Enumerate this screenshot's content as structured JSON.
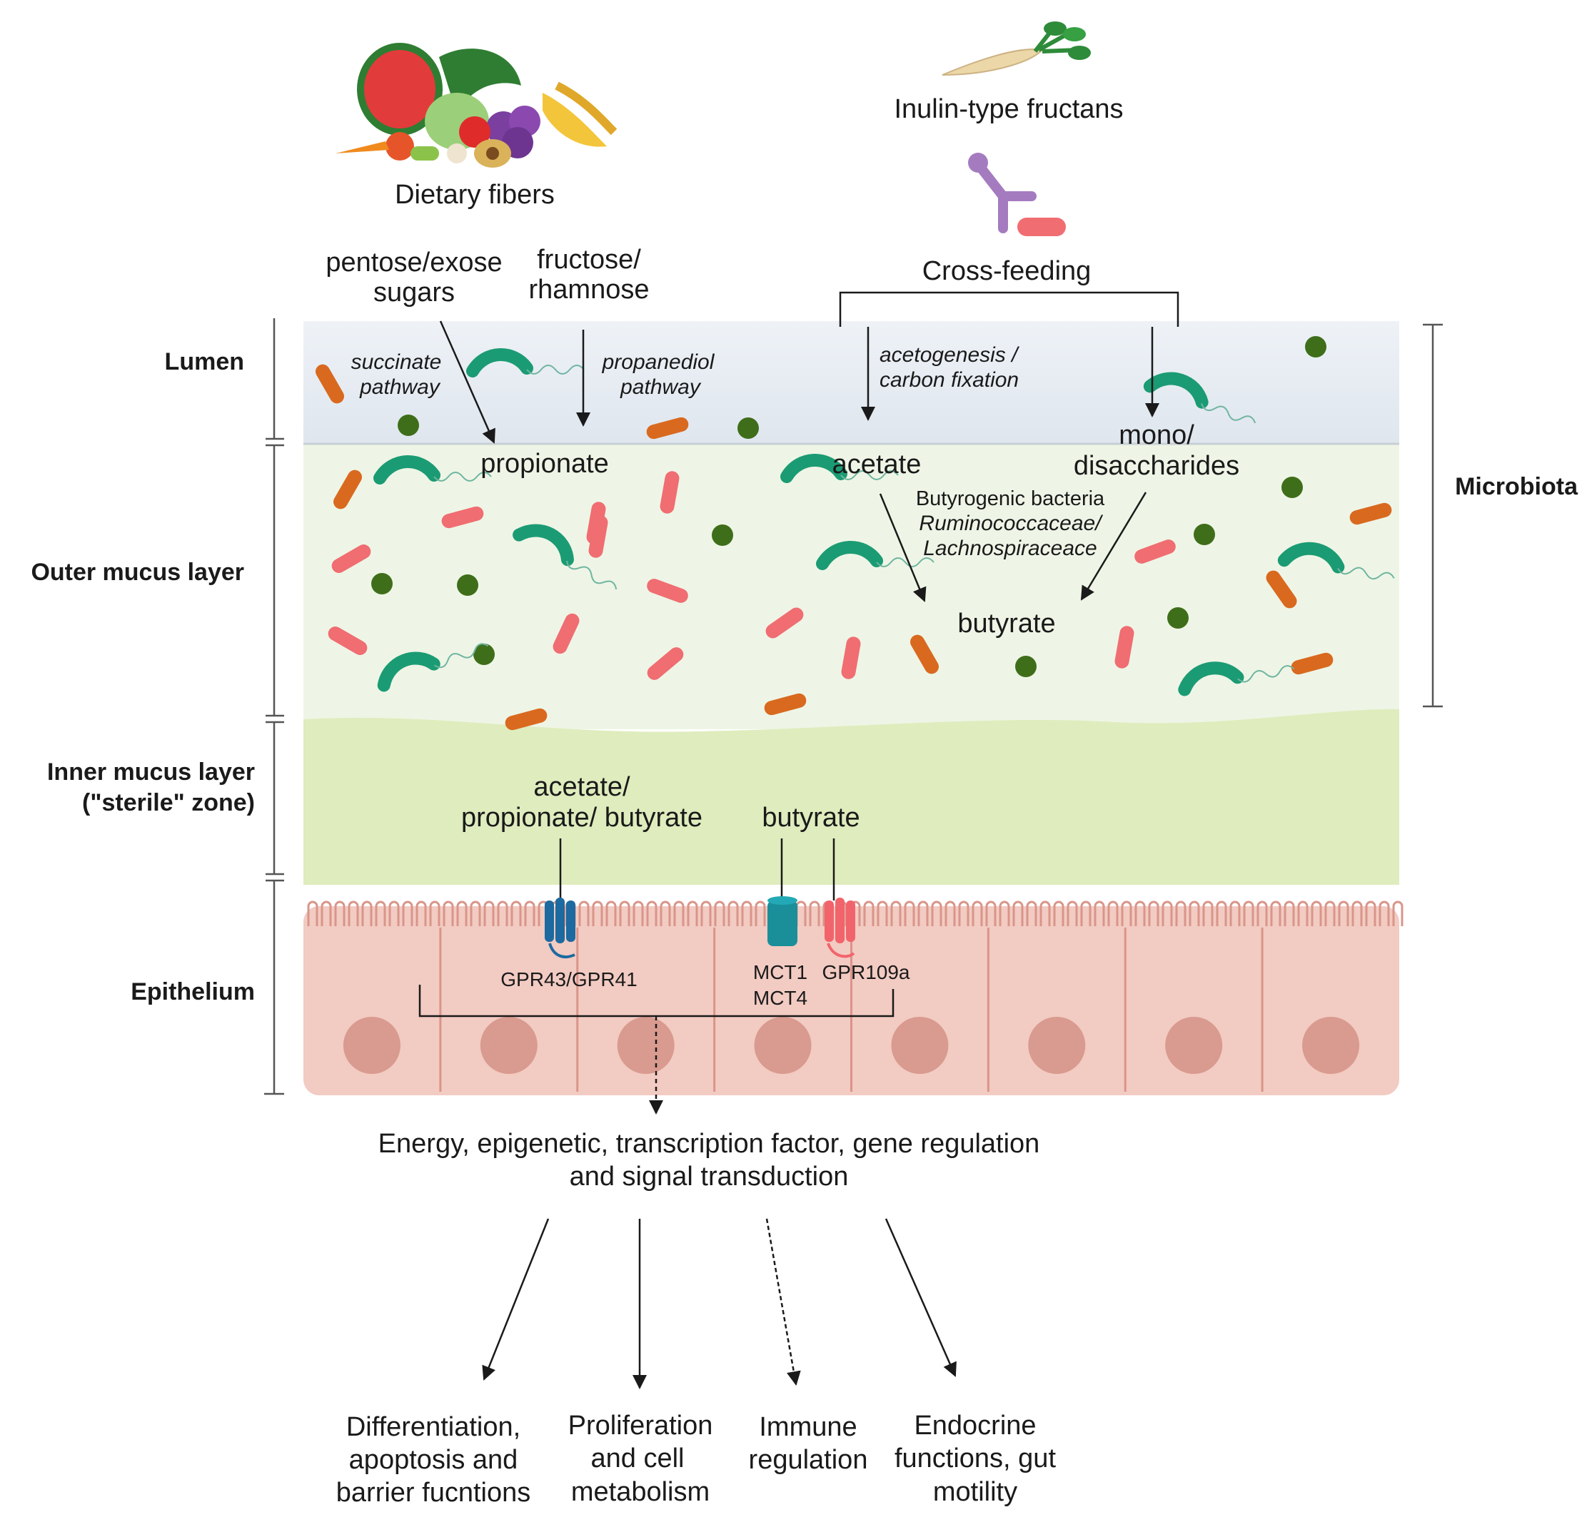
{
  "sources": {
    "dietary_fibers": "Dietary fibers",
    "inulin": "Inulin-type fructans",
    "cross_feeding": "Cross-feeding"
  },
  "sugars": {
    "pentose_line1": "pentose/exose",
    "pentose_line2": "sugars",
    "fructose_line1": "fructose/",
    "fructose_line2": "rhamnose"
  },
  "pathways": {
    "succinate_line1": "succinate",
    "succinate_line2": "pathway",
    "propanediol_line1": "propanediol",
    "propanediol_line2": "pathway",
    "acetogenesis_line1": "acetogenesis /",
    "acetogenesis_line2": "carbon fixation"
  },
  "metabolites": {
    "propionate": "propionate",
    "acetate": "acetate",
    "mono_line1": "mono/",
    "mono_line2": "disaccharides",
    "butyrogenic_line1": "Butyrogenic bacteria",
    "butyrogenic_line2": "Ruminococcaceae/",
    "butyrogenic_line3": "Lachnospiraceace",
    "butyrate": "butyrate"
  },
  "side_labels": {
    "lumen": "Lumen",
    "outer": "Outer mucus layer",
    "inner_line1": "Inner mucus layer",
    "inner_line2": "(\"sterile\" zone)",
    "epithelium": "Epithelium",
    "microbiota": "Microbiota"
  },
  "receptors": {
    "scfa_line1": "acetate/",
    "scfa_line2": "propionate/ butyrate",
    "butyrate": "butyrate",
    "gpr43": "GPR43/GPR41",
    "mct1": "MCT1",
    "mct4": "MCT4",
    "gpr109a": "GPR109a"
  },
  "effects": {
    "summary_line1": "Energy, epigenetic, transcription factor, gene regulation",
    "summary_line2": "and signal transduction",
    "outcome1_line1": "Differentiation,",
    "outcome1_line2": "apoptosis and",
    "outcome1_line3": "barrier fucntions",
    "outcome2_line1": "Proliferation",
    "outcome2_line2": "and cell",
    "outcome2_line3": "metabolism",
    "outcome3_line1": "Immune",
    "outcome3_line2": "regulation",
    "outcome4_line1": "Endocrine",
    "outcome4_line2": "functions, gut",
    "outcome4_line3": "motility"
  },
  "colors": {
    "lumen": "#e3eaf1",
    "outer_mucus": "#eef5e6",
    "inner_mucus": "#dfecbd",
    "epithelium": "#f2cbc2",
    "nucleus": "#d99a8f",
    "bacteria_red": "#f06d72",
    "bacteria_orange": "#d9691f",
    "bacteria_green": "#1b9b73",
    "coccus": "#3f6e1a",
    "gpr43": "#1d6aa0",
    "mct": "#1a8f9a",
    "gpr109a": "#f2646c"
  }
}
